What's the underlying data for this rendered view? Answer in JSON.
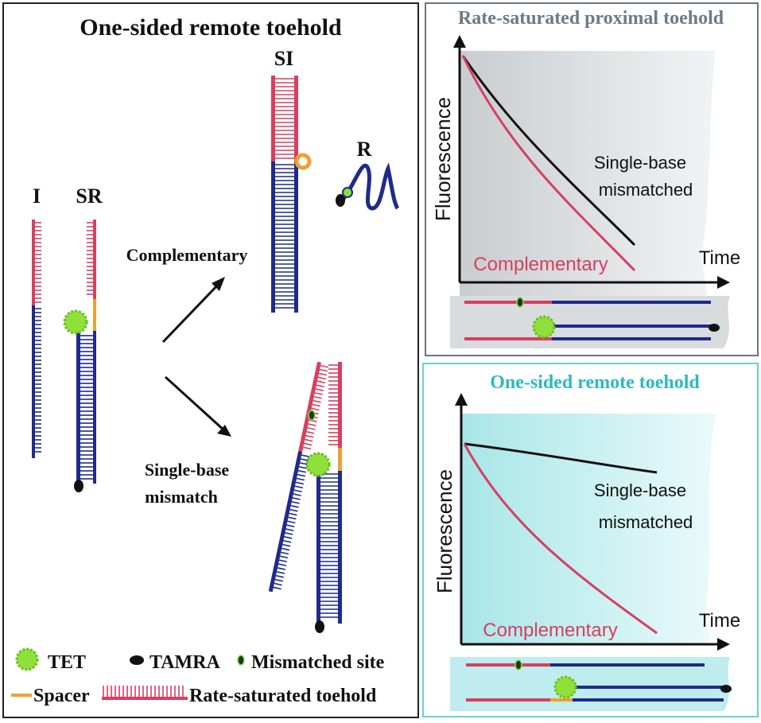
{
  "left_panel": {
    "title": "One-sided remote toehold",
    "labels": {
      "I": "I",
      "SR": "SR",
      "SI": "SI",
      "R": "R",
      "complementary": "Complementary",
      "mismatch_line1": "Single-base",
      "mismatch_line2": "mismatch"
    },
    "legend": {
      "tet": "TET",
      "tamra": "TAMRA",
      "mismatch": "Mismatched site",
      "spacer": "Spacer",
      "toehold": "Rate-saturated toehold"
    }
  },
  "top_right": {
    "title": "Rate-saturated proximal toehold",
    "ylabel": "Fluorescence",
    "xlabel": "Time",
    "mismatch_line1": "Single-base",
    "mismatch_line2": "mismatched",
    "complementary": "Complementary"
  },
  "bottom_right": {
    "title": "One-sided remote toehold",
    "ylabel": "Fluorescence",
    "xlabel": "Time",
    "mismatch_line1": "Single-base",
    "mismatch_line2": "mismatched",
    "complementary": "Complementary"
  },
  "colors": {
    "red_strand": "#d6405f",
    "blue_strand": "#1f2a8a",
    "spacer": "#f0a030",
    "tet": "#8fe03a",
    "teal_border": "#6ad0d0",
    "gray_border": "#6a7680",
    "top_title": "#6b7b86",
    "bottom_title": "#2fb8c0"
  }
}
